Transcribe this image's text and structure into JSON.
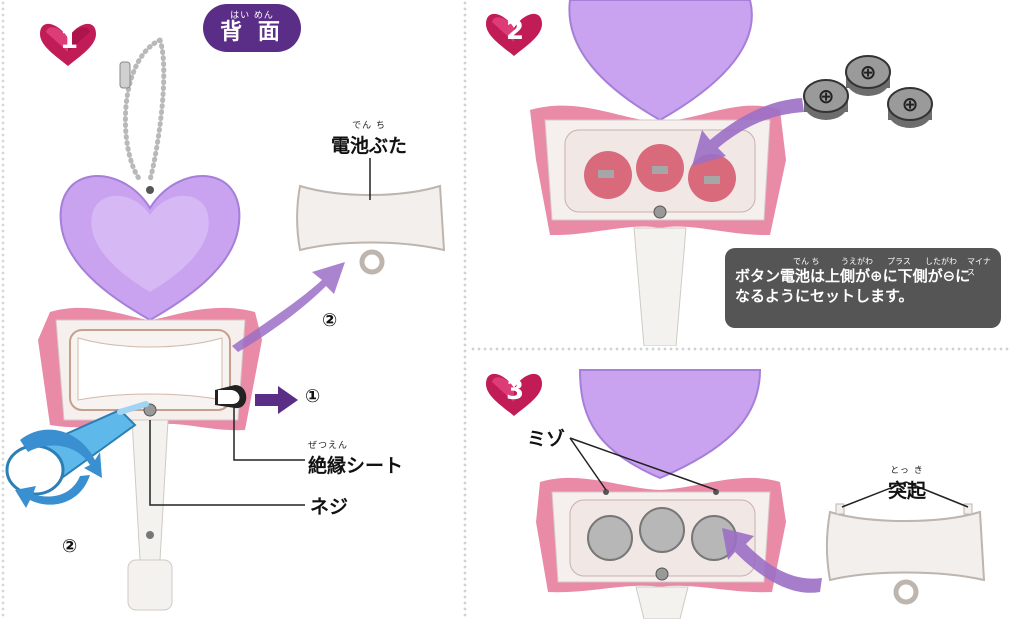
{
  "steps": {
    "step1": {
      "number": "1"
    },
    "step2": {
      "number": "2"
    },
    "step3": {
      "number": "3"
    }
  },
  "badge": {
    "ruby": "はい めん",
    "label": "背 面"
  },
  "labels": {
    "battery_cover": {
      "ruby": "でん ち",
      "text": "電池ぶた"
    },
    "insulation_sheet": {
      "ruby": "ぜつえん",
      "text": "絶縁シート"
    },
    "screw": {
      "text": "ネジ"
    },
    "groove": {
      "text": "ミゾ"
    },
    "protrusion": {
      "ruby": "とっ き",
      "text": "突起"
    },
    "circle_one": "①",
    "circle_two_a": "②",
    "circle_two_b": "②"
  },
  "info": {
    "ruby_1": "でん ち",
    "ruby_2": "うえがわ",
    "ruby_3": "プラス",
    "ruby_4": "したがわ",
    "ruby_5": "マイナス",
    "line1": "ボタン電池は上側が⊕に下側が⊖に",
    "line2": "なるようにセットします。"
  },
  "colors": {
    "heart": "#c9a3ef",
    "heart_dark": "#a57fd8",
    "bow_pink": "#e98aa6",
    "bow_white": "#f5efee",
    "arrow_purple": "#7b3fa6",
    "cap_blue": "#5fb8ea",
    "battery_gray": "#8f8f8f",
    "battery_red": "#d96a7c",
    "info_bg": "#555555",
    "badge_bg": "#5a2d86",
    "step_heart": "#c21c57"
  },
  "icons": [
    "heart-step-icon",
    "button-battery-icon",
    "arrow-icon",
    "screwdriver-icon",
    "ball-chain-icon"
  ]
}
